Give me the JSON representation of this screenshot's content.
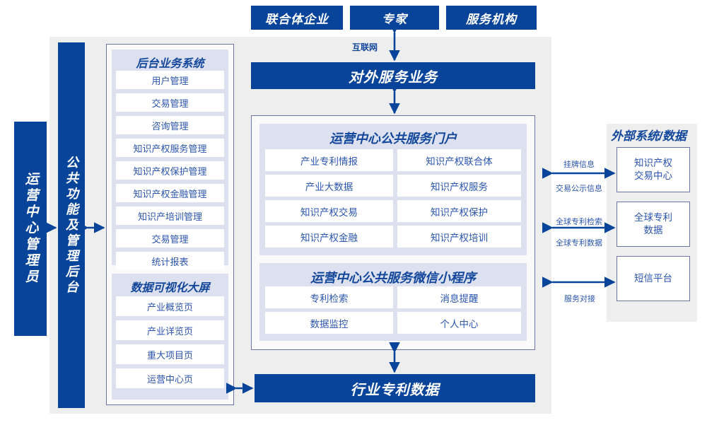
{
  "top_actors": [
    {
      "label": "联合体企业"
    },
    {
      "label": "专家"
    },
    {
      "label": "服务机构"
    }
  ],
  "internet_label": "互联网",
  "external_service_bar": "对外服务业务",
  "bottom_bar": "行业专利数据",
  "left_column": {
    "admin_label": "运营中心管理员",
    "common_backend_label": "公共功能及管理后台"
  },
  "backend_system": {
    "title": "后台业务系统",
    "items": [
      "用户管理",
      "交易管理",
      "咨询管理",
      "知识产权服务管理",
      "知识产权保护管理",
      "知识产权金融管理",
      "知识产培训管理",
      "交易管理",
      "统计报表"
    ]
  },
  "visual_screen": {
    "title": "数据可视化大屏",
    "items": [
      "产业概览页",
      "产业详览页",
      "重大项目页",
      "运营中心页"
    ]
  },
  "portal": {
    "title": "运营中心公共服务门户",
    "items": [
      "产业专利情报",
      "知识产权联合体",
      "产业大数据",
      "知识产权服务",
      "知识产权交易",
      "知识产权保护",
      "知识产权金融",
      "知识产权培训"
    ]
  },
  "miniprogram": {
    "title": "运营中心公共服务微信小程序",
    "items": [
      "专利检索",
      "消息提醒",
      "数据监控",
      "个人中心"
    ]
  },
  "external": {
    "title": "外部系统/数据",
    "systems": [
      {
        "label": "知识产权\n交易中心"
      },
      {
        "label": "全球专利\n数据"
      },
      {
        "label": "短信平台"
      }
    ],
    "link_labels": [
      {
        "above": "挂牌信息",
        "below": "交易公示信息"
      },
      {
        "above": "全球专利检索",
        "below": "全球专利数据"
      },
      {
        "above": "",
        "below": "服务对接"
      }
    ]
  },
  "colors": {
    "brand_blue": "#07449a",
    "text_blue": "#2b55ae",
    "panel_gray": "#eeeeee",
    "group_fill": "#dde1ef",
    "border_purple": "#6d74ab"
  }
}
